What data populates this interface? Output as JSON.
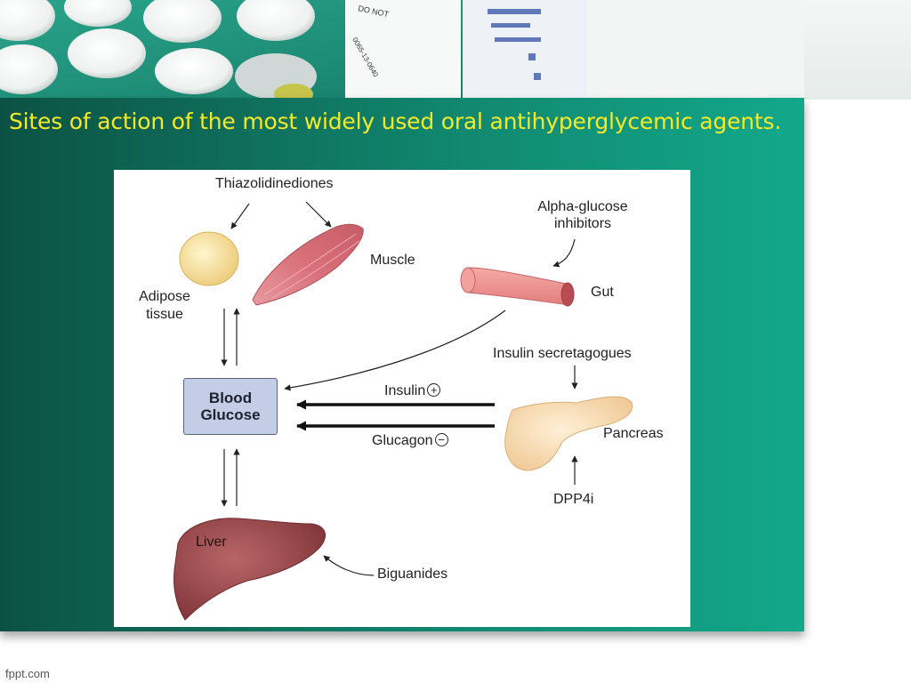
{
  "slide": {
    "title": "Sites of action of the most widely used oral antihyperglycemic agents.",
    "footer": "fppt.com"
  },
  "photo_labels": {
    "cap_text": "DO NOT",
    "vial_code": "0065-13-0640"
  },
  "diagram": {
    "thiazolidinediones": "Thiazolidinediones",
    "adipose": "Adipose",
    "tissue": "tissue",
    "muscle": "Muscle",
    "alpha_glucose_1": "Alpha-glucose",
    "alpha_glucose_2": "inhibitors",
    "gut": "Gut",
    "blood_1": "Blood",
    "glucose_1": "Glucose",
    "insulin_secretagogues": "Insulin secretagogues",
    "insulin": "Insulin",
    "insulin_sign": "+",
    "glucagon": "Glucagon",
    "glucagon_sign": "−",
    "pancreas": "Pancreas",
    "dpp4i": "DPP4i",
    "liver": "Liver",
    "biguanides": "Biguanides"
  },
  "colors": {
    "title_yellow": "#f5ea2a",
    "band_dark": "#0c5244",
    "band_light": "#13a88a",
    "blood_box": "#c3cde6",
    "muscle": "#d9707a",
    "liver": "#9c4a4c",
    "gut": "#ee8f8d",
    "adipose": "#f6dfa0",
    "pancreas": "#f6ddb4"
  }
}
